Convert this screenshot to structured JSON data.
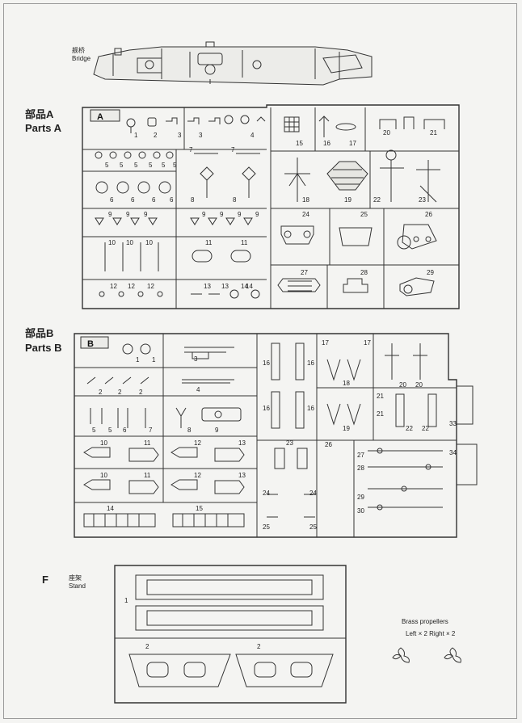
{
  "bridge": {
    "label_cn": "舰桥",
    "label_en": "Bridge"
  },
  "parts_a": {
    "title_cn": "部品A",
    "title_en": "Parts A",
    "frame_letter": "A",
    "numbers": [
      "1",
      "2",
      "3",
      "3",
      "4",
      "5",
      "5",
      "5",
      "5",
      "5",
      "5",
      "6",
      "6",
      "6",
      "6",
      "7",
      "7",
      "8",
      "8",
      "9",
      "9",
      "9",
      "9",
      "9",
      "9",
      "9",
      "10",
      "10",
      "10",
      "11",
      "11",
      "12",
      "12",
      "12",
      "13",
      "13",
      "14",
      "14",
      "15",
      "16",
      "17",
      "18",
      "19",
      "20",
      "21",
      "22",
      "23",
      "24",
      "25",
      "26",
      "27",
      "28",
      "29"
    ]
  },
  "parts_b": {
    "title_cn": "部品B",
    "title_en": "Parts B",
    "frame_letter": "B",
    "numbers": [
      "1",
      "1",
      "2",
      "2",
      "2",
      "3",
      "4",
      "5",
      "5",
      "6",
      "7",
      "8",
      "9",
      "10",
      "10",
      "11",
      "11",
      "12",
      "12",
      "13",
      "13",
      "14",
      "15",
      "16",
      "16",
      "16",
      "16",
      "17",
      "17",
      "18",
      "19",
      "20",
      "20",
      "21",
      "21",
      "22",
      "22",
      "23",
      "24",
      "24",
      "25",
      "25",
      "26",
      "27",
      "28",
      "29",
      "30",
      "33",
      "34"
    ]
  },
  "stand": {
    "letter": "F",
    "label_cn": "座架",
    "label_en": "Stand",
    "numbers": [
      "1",
      "2",
      "2"
    ]
  },
  "propellers": {
    "title": "Brass propellers",
    "counts": "Left × 2  Right × 2"
  }
}
